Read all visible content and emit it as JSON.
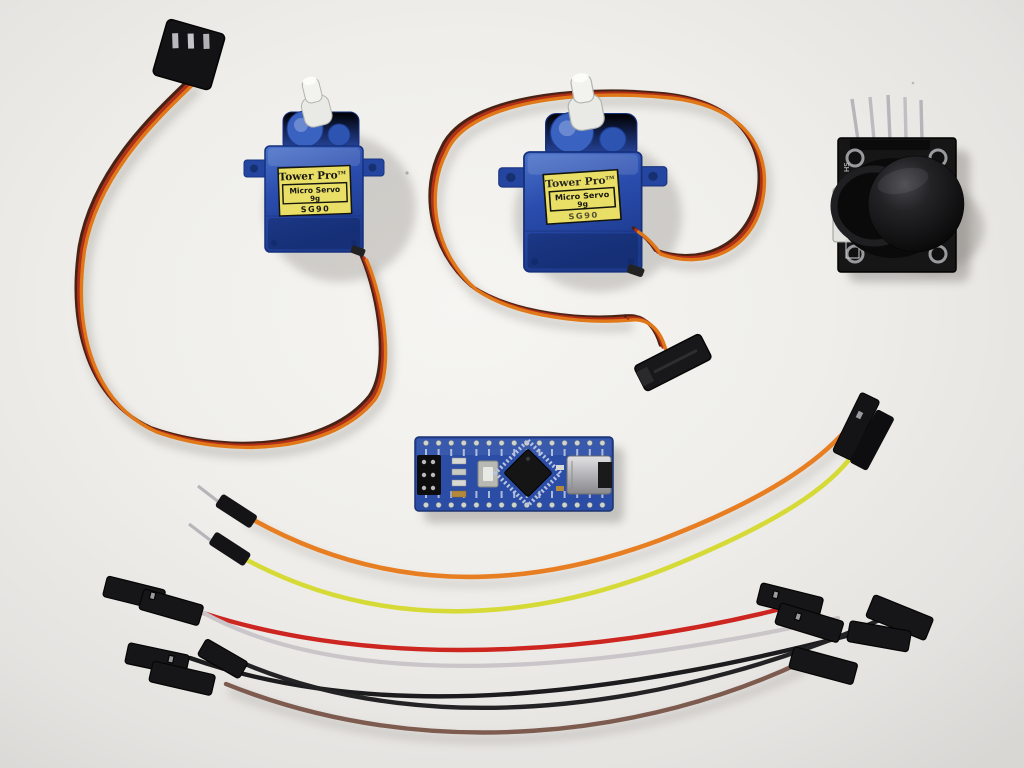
{
  "scene": {
    "background": "#efeeea",
    "surface": "white tabletop"
  },
  "servo": {
    "brand": "Tower Pro",
    "trademark": "TM",
    "label_line1": "Micro Servo",
    "label_line2": "9g",
    "model": "SG90",
    "body_color": "#2a4fae",
    "label_bg": "#e9df66"
  },
  "arduino": {
    "pcb_color": "#2b4da6"
  },
  "joystick": {
    "silk_label": "HS",
    "pcb_color": "#161616"
  },
  "wires": {
    "servo_lead": {
      "brown": "#4a2214",
      "red": "#b33018",
      "orange": "#e07818"
    },
    "jumpers": {
      "orange": "#e87e22",
      "yellow": "#d6da36",
      "red": "#cd2520",
      "white": "#c9c5c9",
      "black": "#1c1c1e",
      "black2": "#232325",
      "brown": "#7d5b4e"
    }
  }
}
